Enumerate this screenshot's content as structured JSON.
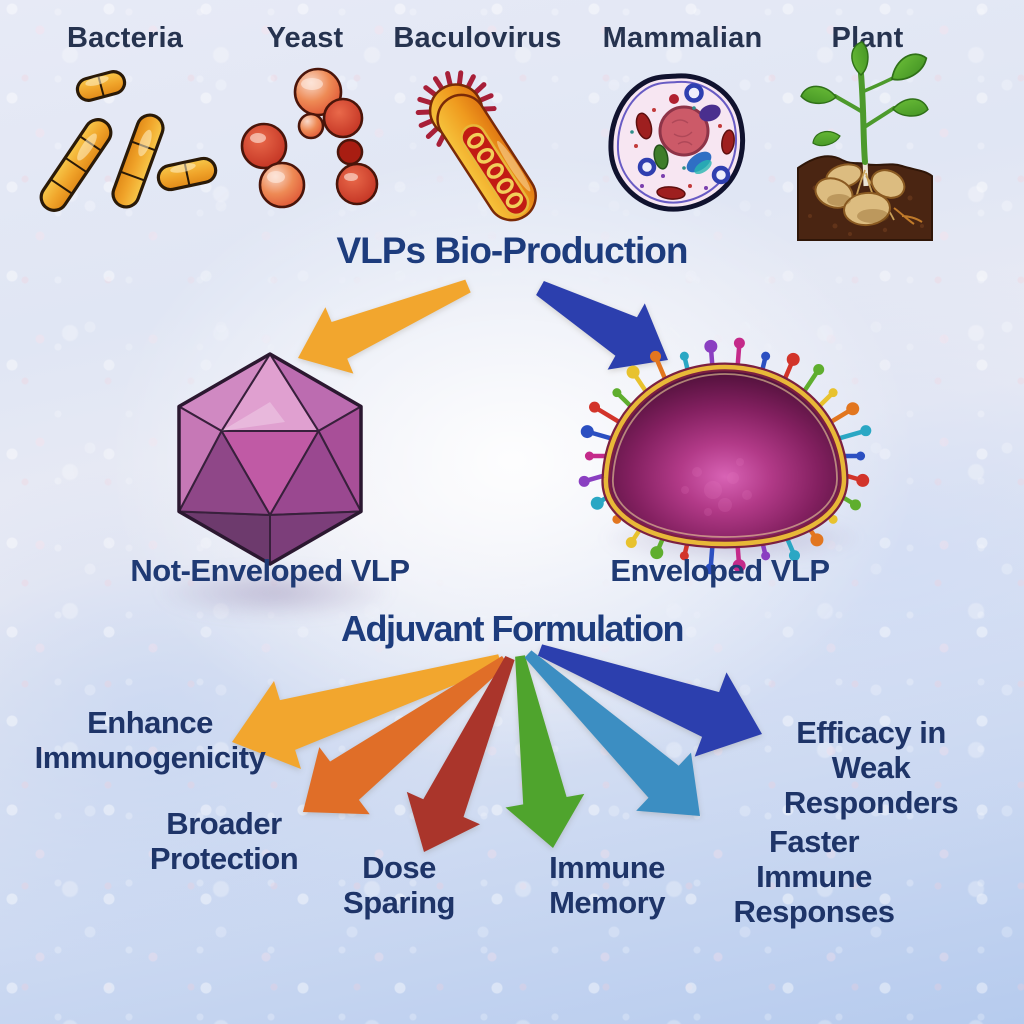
{
  "production": {
    "systems": [
      {
        "label": "Bacteria",
        "icon": "bacteria-icon"
      },
      {
        "label": "Yeast",
        "icon": "yeast-icon"
      },
      {
        "label": "Baculovirus",
        "icon": "baculovirus-icon"
      },
      {
        "label": "Mammalian",
        "icon": "mammalian-cell-icon"
      },
      {
        "label": "Plant",
        "icon": "plant-icon"
      }
    ]
  },
  "bio_production": {
    "title": "VLPs Bio-Production",
    "left_arrow_color": "#f2a62e",
    "right_arrow_color": "#2c3fae"
  },
  "vlp_types": {
    "not_enveloped_label": "Not-Enveloped VLP",
    "enveloped_label": "Enveloped VLP"
  },
  "adjuvant": {
    "title": "Adjuvant Formulation",
    "benefits": [
      {
        "label": "Enhance\nImmunogenicity",
        "arrow_color": "#f2a62e"
      },
      {
        "label": "Broader\nProtection",
        "arrow_color": "#e06e28"
      },
      {
        "label": "Dose\nSparing",
        "arrow_color": "#aa352b"
      },
      {
        "label": "Immune\nMemory",
        "arrow_color": "#4fa42d"
      },
      {
        "label": "Faster Immune\nResponses",
        "arrow_color": "#3c8ec2"
      },
      {
        "label": "Efficacy in\nWeak\nResponders",
        "arrow_color": "#2c3fae"
      }
    ]
  },
  "colors": {
    "heading_text": "#1d3c7d",
    "system_label_text": "#26334f",
    "benefit_text": "#1e3468",
    "background_top": "#e7eaf6",
    "background_bottom": "#b6cbee"
  },
  "illustrations": {
    "enveloped_vlp": {
      "spike_colors": [
        "#2b4fc1",
        "#d2342a",
        "#5fae2e",
        "#e8c22e",
        "#e2761f",
        "#2aa7c4",
        "#8a3fc1",
        "#c42a8a"
      ]
    },
    "baculovirus": {
      "spike_color": "#a81f38"
    }
  }
}
